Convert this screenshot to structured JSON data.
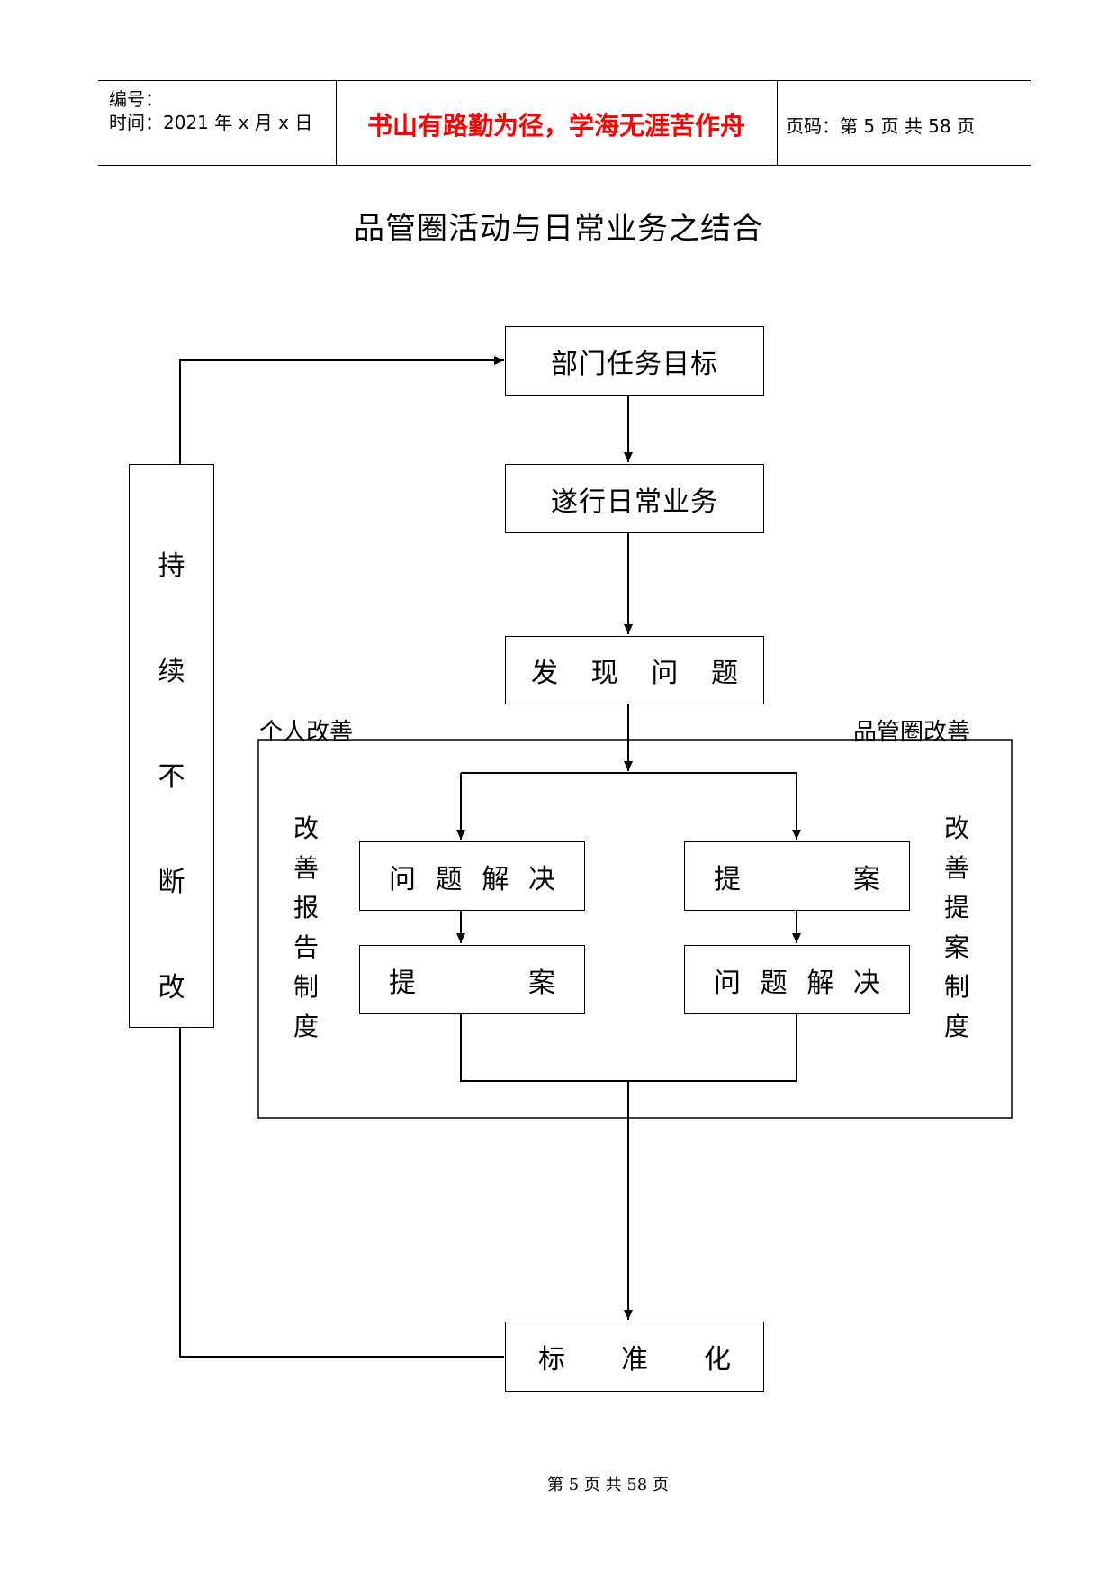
{
  "header": {
    "number_label": "编号：",
    "time_label": "时间：2021 年 x 月 x 日",
    "motto": "书山有路勤为径，学海无涯苦作舟",
    "page_info": "页码：第 5 页 共 58 页"
  },
  "title": "品管圈活动与日常业务之结合",
  "flow": {
    "dept_goal": "部门任务目标",
    "daily_work": "遂行日常业务",
    "find_problem": [
      "发",
      "现",
      "问",
      "题"
    ],
    "individual_label": "个人改善",
    "qcc_label": "品管圈改善",
    "left_vertical": [
      "改",
      "善",
      "报",
      "告",
      "制",
      "度"
    ],
    "right_vertical": [
      "改",
      "善",
      "提",
      "案",
      "制",
      "度"
    ],
    "left_solve": [
      "问",
      "题",
      "解",
      "决"
    ],
    "left_propose": [
      "提",
      "案"
    ],
    "right_propose": [
      "提",
      "案"
    ],
    "right_solve": [
      "问",
      "题",
      "解",
      "决"
    ],
    "continuous": [
      "持",
      "续",
      "不",
      "断",
      "改"
    ],
    "standardize": [
      "标",
      "准",
      "化"
    ]
  },
  "footer": "第 5 页 共 58 页"
}
